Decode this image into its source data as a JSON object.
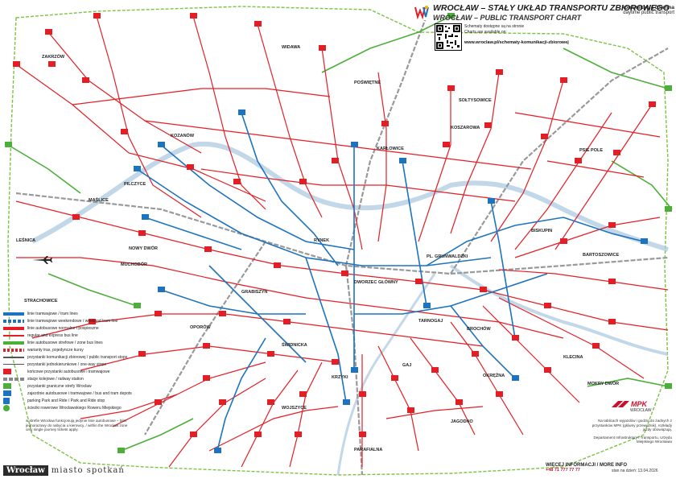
{
  "header": {
    "title": "WROCŁAW – STAŁY UKŁAD TRANSPORTU ZBIOROWEGO",
    "subtitle": "WROCŁAW – PUBLIC TRANSPORT CHART",
    "badge_line1": "komunikacja dzienna",
    "badge_line2": "daytime public transport",
    "qr_text_1": "Schematy dostępne są na stronie",
    "qr_text_2": "Charts are available on:",
    "qr_url": "www.wroclaw.pl/schematy-komunikacji-zbiorowej"
  },
  "legend": {
    "rows": [
      {
        "label": "linie tramwajowe / tram lines",
        "color": "#1e73be"
      },
      {
        "label": "linie tramwajowe weekendowe / weekend tram line",
        "color": "#1e73be"
      },
      {
        "label": "linie autobusowe normalne i pospieszne",
        "color": "#e31e24"
      },
      {
        "label": "regular and express bus line",
        "color": "#e31e24"
      },
      {
        "label": "linie autobusowe strefowe / zone bus lines",
        "color": "#4caf3a"
      },
      {
        "label": "warianty tras, pojedyncze kursy",
        "color": "#e31e24"
      },
      {
        "label": "przystanki komunikacji zbiorowej / public transport stops",
        "color": "#555555"
      },
      {
        "label": "przystanki jednokierunkowe / one-way stops",
        "color": "#555555"
      },
      {
        "label": "końcowe przystanki autobusowe i tramwajowe",
        "color": "#e31e24"
      },
      {
        "label": "stacje kolejowe / railway station",
        "color": "#888888"
      },
      {
        "label": "przystanki graniczne strefy Wrocław",
        "color": "#4caf3a"
      },
      {
        "label": "zajezdnie autobusowe i tramwajowe / bus and tram depots",
        "color": "#1e73be"
      },
      {
        "label": "parking Park and Ride / Park and Ride stop",
        "color": "#1e73be"
      },
      {
        "label": "ścieżki rowerowe Wrocławskiego Roweru Miejskiego",
        "color": "#4caf3a"
      }
    ],
    "note": "w strefie Wrocław funkcjonują jedynie linie autobusowe – bilet jednorazowy do nabycia u kierowcy. / within the Wrocław zone only single journey tickets apply."
  },
  "brand": {
    "city": "Wrocław",
    "slogan": "miasto spotkań"
  },
  "operator": {
    "name": "MPK",
    "sub": "WROCŁAW"
  },
  "info": {
    "lines": "Na tablicach wyjazdów i godzin do żadnych z przystanków MPK (główny przewoźnik), rozkłady jazdy obowiązują.",
    "dept": "Departament Infrastruktury i Transportu, Urzędu Miejskiego Wrocławia",
    "contact": "WIĘCEJ INFORMACJI / MORE INFO",
    "phone": "+48 71 777 77 77",
    "edition": "stan na dzień: 13.04.2026"
  },
  "places": [
    {
      "id": "ZAKRZÓW",
      "name": "ZAKRZÓW"
    },
    {
      "id": "KARŁOWICE",
      "name": "KARŁOWICE"
    },
    {
      "id": "PSIE POLE",
      "name": "PSIE POLE"
    },
    {
      "id": "KOZANÓW",
      "name": "KOZANÓW"
    },
    {
      "id": "PILCZYCE",
      "name": "PILCZYCE"
    },
    {
      "id": "MUCHOBÓR",
      "name": "MUCHOBÓR"
    },
    {
      "id": "KRZYKI",
      "name": "KRZYKI"
    },
    {
      "id": "OPORÓW",
      "name": "OPORÓW"
    },
    {
      "id": "BISKUPIN",
      "name": "BISKUPIN"
    },
    {
      "id": "BARTOSZOWICE",
      "name": "BARTOSZOWICE"
    },
    {
      "id": "KLECINA",
      "name": "KLECINA"
    },
    {
      "id": "JAGODNO",
      "name": "JAGODNO"
    },
    {
      "id": "OKRĘŻNA",
      "name": "OKRĘŻNA"
    },
    {
      "id": "GAJ",
      "name": "GAJ"
    },
    {
      "id": "LEŚNICA",
      "name": "LEŚNICA"
    },
    {
      "id": "POŚWIĘTNE",
      "name": "POŚWIĘTNE"
    },
    {
      "id": "SOŁTYSOWICE",
      "name": "SOŁTYSOWICE"
    },
    {
      "id": "KOSZAROWA",
      "name": "KOSZAROWA"
    },
    {
      "id": "GRUNWALDZKI",
      "name": "PL. GRUNWALDZKI"
    },
    {
      "id": "DWORZEC",
      "name": "DWORZEC GŁÓWNY"
    },
    {
      "id": "RYNEK",
      "name": "RYNEK"
    },
    {
      "id": "TARNOGAJ",
      "name": "TARNOGAJ"
    },
    {
      "id": "BROCHÓW",
      "name": "BROCHÓW"
    },
    {
      "id": "MOKRY DWÓR",
      "name": "MOKRY DWÓR"
    },
    {
      "id": "WOJSZYCE",
      "name": "WOJSZYCE"
    },
    {
      "id": "KLECINA_S",
      "name": "ŚWIDNICKA"
    },
    {
      "id": "GRABISZYN",
      "name": "GRABISZYN"
    },
    {
      "id": "NOWY DWÓR",
      "name": "NOWY DWÓR"
    },
    {
      "id": "MAŚLICE",
      "name": "MAŚLICE"
    },
    {
      "id": "PARAFIALNA",
      "name": "PARAFIALNA"
    },
    {
      "id": "ZAKRZÓW_N",
      "name": "WIDAWA"
    },
    {
      "id": "STRACHOWICE",
      "name": "STRACHOWICE"
    }
  ],
  "colors": {
    "tram": "#1e73be",
    "bus": "#e31e24",
    "zone": "#4caf3a",
    "rail": "#999999",
    "river": "#a8c8e0",
    "zone_border": "#7cc243"
  }
}
